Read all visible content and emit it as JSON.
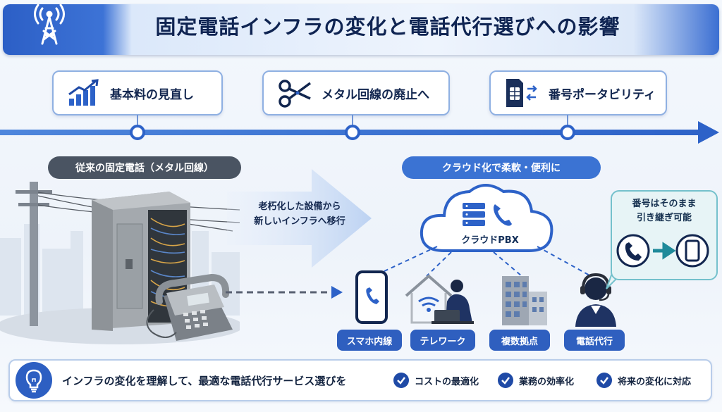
{
  "title": "固定電話インフラの変化と電話代行選びへの影響",
  "timeline": [
    {
      "label": "基本料の見直し",
      "icon": "growth-chart-icon"
    },
    {
      "label": "メタル回線の廃止へ",
      "icon": "scissors-icon"
    },
    {
      "label": "番号ポータビリティ",
      "icon": "sim-card-swap-icon"
    }
  ],
  "left_section": {
    "label": "従来の固定電話（メタル回線）"
  },
  "right_section": {
    "label": "クラウド化で柔軟・便利に"
  },
  "migration": {
    "line1": "老朽化した設備から",
    "line2": "新しいインフラへ移行"
  },
  "cloud": {
    "label": "クラウドPBX"
  },
  "devices": [
    {
      "label": "スマホ内線",
      "icon": "smartphone-icon"
    },
    {
      "label": "テレワーク",
      "icon": "telework-icon"
    },
    {
      "label": "複数拠点",
      "icon": "buildings-icon"
    },
    {
      "label": "電話代行",
      "icon": "operator-headset-icon"
    }
  ],
  "bubble": {
    "line1": "番号はそのまま",
    "line2": "引き継ぎ可能"
  },
  "bottom": {
    "message": "インフラの変化を理解して、最適な電話代行サービス選びを",
    "checks": [
      "コストの最適化",
      "業務の効率化",
      "将来の変化に対応"
    ]
  },
  "colors": {
    "primary": "#2d62c8",
    "dark": "#12264f",
    "teal": "#74c1cc",
    "gray_pill": "#4a5462"
  }
}
